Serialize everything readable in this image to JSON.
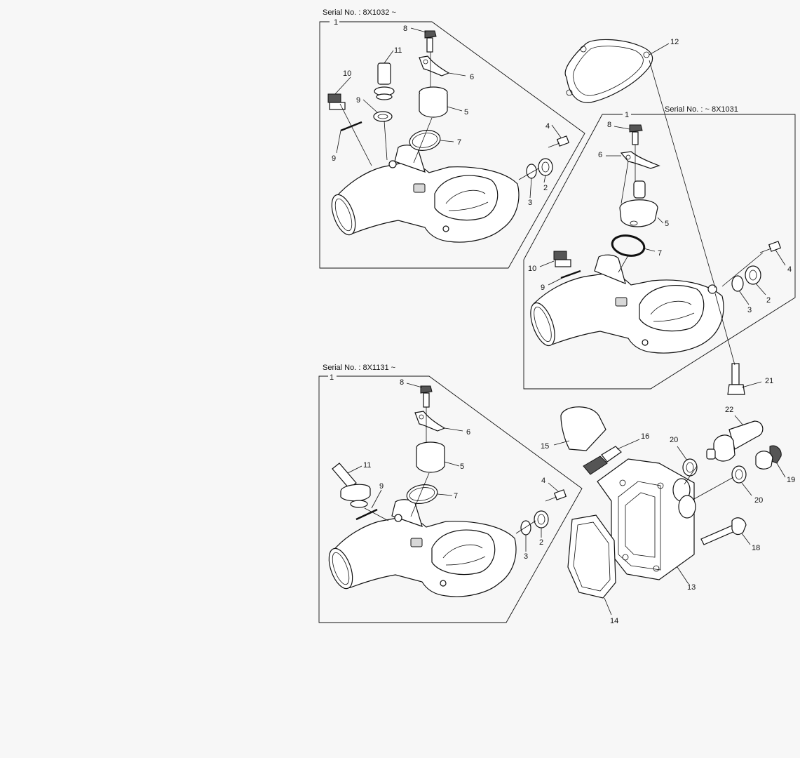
{
  "serial_labels": {
    "top_left": "Serial No. : 8X1032 ~",
    "right": "Serial No. : ~ 8X1031",
    "bottom_left": "Serial No. : 8X1131 ~"
  },
  "callouts": {
    "tl": [
      "1",
      "8",
      "11",
      "10",
      "9",
      "9",
      "6",
      "5",
      "7",
      "4",
      "2",
      "3"
    ],
    "r": [
      "12",
      "1",
      "8",
      "6",
      "5",
      "7",
      "10",
      "9",
      "4",
      "3",
      "2",
      "21"
    ],
    "bl": [
      "1",
      "8",
      "6",
      "5",
      "11",
      "9",
      "7",
      "4",
      "2",
      "3"
    ],
    "br": [
      "22",
      "15",
      "16",
      "20",
      "19",
      "20",
      "18",
      "13",
      "14"
    ]
  },
  "colors": {
    "line": "#111111",
    "background": "#f7f7f7"
  }
}
